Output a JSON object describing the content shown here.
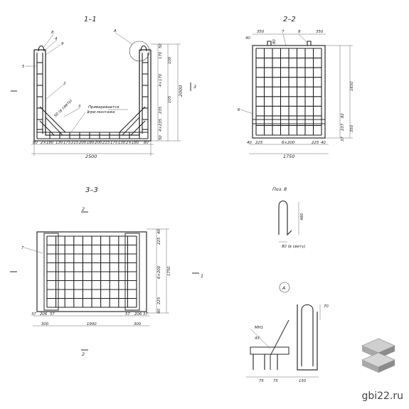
{
  "views": {
    "v11": {
      "title": "1–1",
      "callout": "A",
      "labels": [
        "8",
        "4",
        "9",
        "5",
        "2",
        "3",
        "1"
      ],
      "note_l1": "Приваривается",
      "note_l2": "при монтаже",
      "clear": "50 (в свету)",
      "bottom_dims": [
        "80",
        "2×180",
        "130",
        "175",
        "215",
        "200",
        "180",
        "200",
        "215",
        "175",
        "130",
        "2×180",
        "80"
      ],
      "total": "2500",
      "right_dims": [
        "50",
        "170",
        "100",
        "4×170",
        "105",
        "235",
        "4×235",
        "50"
      ],
      "height": "2000",
      "section_mark": "3"
    },
    "v22": {
      "title": "2–2",
      "top_dims": [
        "40",
        "350",
        "350"
      ],
      "labels": [
        "7",
        "8",
        "6"
      ],
      "inner": "80",
      "right_dims": [
        "1650",
        "82",
        "237",
        "350",
        "37"
      ],
      "bottom_dims": [
        "40",
        "225",
        "6×200",
        "225",
        "40"
      ],
      "total": "1750"
    },
    "v33": {
      "title": "3–3",
      "label": "7",
      "right_dims": [
        "40",
        "225",
        "6×200",
        "225",
        "40"
      ],
      "height": "1750",
      "bottom_dims": [
        "37",
        "206",
        "57",
        "57",
        "206",
        "37"
      ],
      "bottom_dims2": [
        "300",
        "1900",
        "300"
      ],
      "section_top": "2",
      "section_bottom": "2",
      "section_right": "1"
    },
    "pos8": {
      "title": "Поз. 8",
      "height": "480",
      "width": "80 (в свету)"
    },
    "detailA": {
      "marker": "A",
      "label_mn": "МН1",
      "dim_43": "43",
      "dim_70": "70",
      "bottom_dims": [
        "75",
        "75",
        "150"
      ]
    }
  },
  "brand": "gbi22.ru"
}
